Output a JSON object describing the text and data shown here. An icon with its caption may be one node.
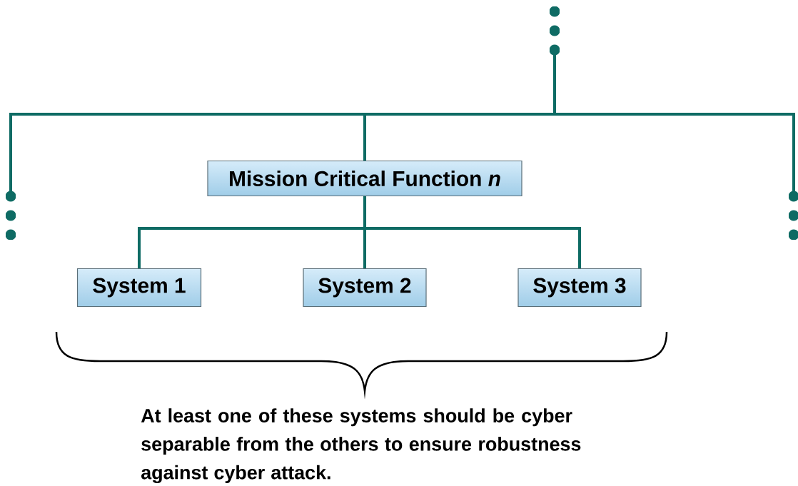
{
  "diagram": {
    "nodes": [
      {
        "text": [],
        "shape": "dots"
      },
      {
        "text": [],
        "shape": "dots"
      },
      {
        "text": [
          "Mission Critical Function *n*"
        ]
      },
      {
        "text": [],
        "shape": "dots"
      },
      {
        "text": [
          "System 1"
        ]
      },
      {
        "text": [
          "System 2"
        ]
      },
      {
        "text": [
          "System 3"
        ]
      }
    ],
    "edges": [
      {
        "from": 0,
        "to": 1,
        "arrow": "none"
      },
      {
        "from": 0,
        "to": 2,
        "arrow": "none"
      },
      {
        "from": 0,
        "to": 3,
        "arrow": "none"
      },
      {
        "from": 2,
        "to": 4,
        "arrow": "none"
      },
      {
        "from": 2,
        "to": 5,
        "arrow": "none"
      },
      {
        "from": 2,
        "to": 6,
        "arrow": "none"
      }
    ],
    "labels": [
      "At least one of these systems should be cyber separable from the others to ensure robustness against cyber attack."
    ]
  }
}
